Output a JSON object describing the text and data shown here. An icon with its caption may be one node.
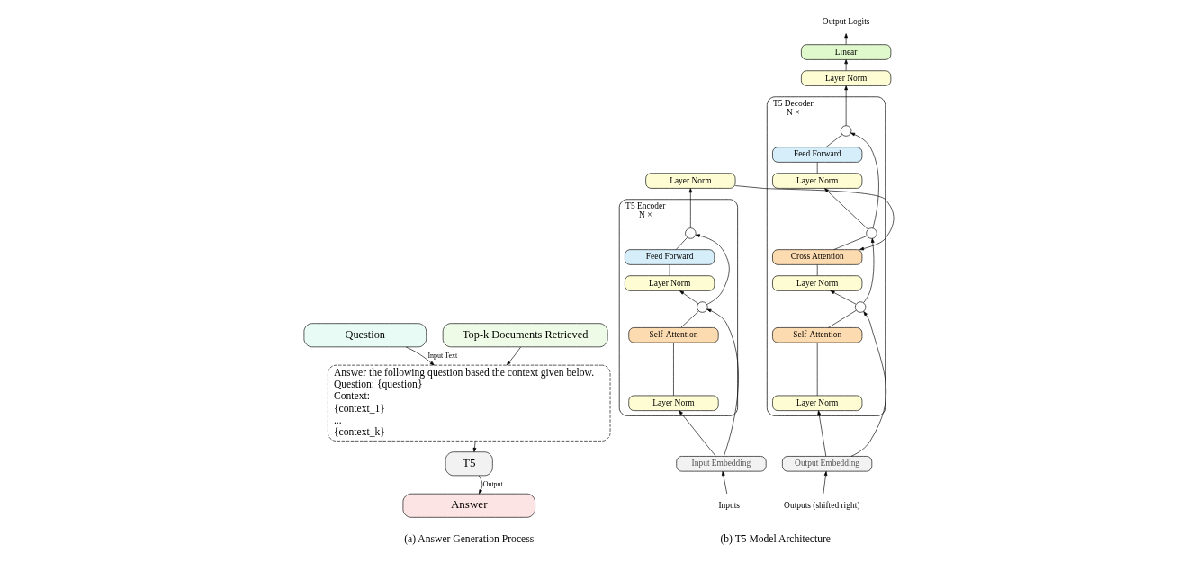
{
  "diagram": {
    "nodes": [
      {
        "text": [
          "Question"
        ]
      },
      {
        "text": [
          "Top-k Documents Retrieved"
        ]
      },
      {
        "text": [
          "Answer the following question based the context given below.",
          "Question: {question}",
          "Context:",
          "{context_1}",
          "...",
          "{context_k}"
        ]
      },
      {
        "text": [
          "T5"
        ]
      },
      {
        "text": [
          "Answer"
        ]
      },
      {
        "text": [
          "T5 Encoder",
          "N ×"
        ]
      },
      {
        "text": [
          "Layer Norm"
        ],
        "in": 5
      },
      {
        "text": [
          "Self-Attention"
        ],
        "in": 5
      },
      {
        "text": [],
        "shape": "circle",
        "in": 5
      },
      {
        "text": [
          "Layer Norm"
        ],
        "in": 5
      },
      {
        "text": [
          "Feed Forward"
        ],
        "in": 5
      },
      {
        "text": [],
        "shape": "circle",
        "in": 5
      },
      {
        "text": [
          "Layer Norm"
        ]
      },
      {
        "text": [
          "Input Embedding"
        ]
      },
      {
        "text": [
          "Inputs"
        ]
      },
      {
        "text": [
          "T5 Decoder",
          "N ×"
        ]
      },
      {
        "text": [
          "Layer Norm"
        ],
        "in": 15
      },
      {
        "text": [
          "Self-Attention"
        ],
        "in": 15
      },
      {
        "text": [],
        "shape": "circle",
        "in": 15
      },
      {
        "text": [
          "Layer Norm"
        ],
        "in": 15
      },
      {
        "text": [
          "Cross Attention"
        ],
        "in": 15
      },
      {
        "text": [],
        "shape": "circle",
        "in": 15
      },
      {
        "text": [
          "Layer Norm"
        ],
        "in": 15
      },
      {
        "text": [
          "Feed Forward"
        ],
        "in": 15
      },
      {
        "text": [],
        "shape": "circle",
        "in": 15
      },
      {
        "text": [
          "Layer Norm"
        ]
      },
      {
        "text": [
          "Linear"
        ]
      },
      {
        "text": [
          "Output Logits"
        ]
      },
      {
        "text": [
          "Output Embedding"
        ]
      },
      {
        "text": [
          "Outputs (shifted right)"
        ]
      }
    ],
    "edges": [
      {
        "from": 0,
        "to": 2,
        "arrow": "to",
        "label": "Input Text"
      },
      {
        "from": 1,
        "to": 2,
        "arrow": "to"
      },
      {
        "from": 2,
        "to": 3,
        "arrow": "to"
      },
      {
        "from": 3,
        "to": 4,
        "arrow": "to",
        "label": "Output"
      },
      {
        "from": 14,
        "to": 13,
        "arrow": "to"
      },
      {
        "from": 13,
        "to": 6,
        "arrow": "to"
      },
      {
        "from": 6,
        "to": 7,
        "arrow": "none"
      },
      {
        "from": 7,
        "to": 8,
        "arrow": "none"
      },
      {
        "from": 13,
        "to": 8,
        "arrow": "to"
      },
      {
        "from": 8,
        "to": 9,
        "arrow": "to"
      },
      {
        "from": 9,
        "to": 10,
        "arrow": "none"
      },
      {
        "from": 10,
        "to": 11,
        "arrow": "none"
      },
      {
        "from": 8,
        "to": 11,
        "arrow": "to"
      },
      {
        "from": 11,
        "to": 12,
        "arrow": "to"
      },
      {
        "from": 12,
        "to": 20,
        "arrow": "to"
      },
      {
        "from": 29,
        "to": 28,
        "arrow": "to"
      },
      {
        "from": 28,
        "to": 16,
        "arrow": "to"
      },
      {
        "from": 16,
        "to": 17,
        "arrow": "none"
      },
      {
        "from": 17,
        "to": 18,
        "arrow": "none"
      },
      {
        "from": 28,
        "to": 18,
        "arrow": "to"
      },
      {
        "from": 18,
        "to": 19,
        "arrow": "to"
      },
      {
        "from": 19,
        "to": 20,
        "arrow": "none"
      },
      {
        "from": 20,
        "to": 21,
        "arrow": "none"
      },
      {
        "from": 18,
        "to": 21,
        "arrow": "to"
      },
      {
        "from": 21,
        "to": 22,
        "arrow": "to"
      },
      {
        "from": 22,
        "to": 23,
        "arrow": "none"
      },
      {
        "from": 23,
        "to": 24,
        "arrow": "none"
      },
      {
        "from": 21,
        "to": 24,
        "arrow": "to"
      },
      {
        "from": 24,
        "to": 25,
        "arrow": "to"
      },
      {
        "from": 25,
        "to": 26,
        "arrow": "to"
      },
      {
        "from": 26,
        "to": 27,
        "arrow": "to"
      }
    ],
    "labels": [
      "(a) Answer Generation Process",
      "(b) T5 Model Architecture"
    ]
  }
}
